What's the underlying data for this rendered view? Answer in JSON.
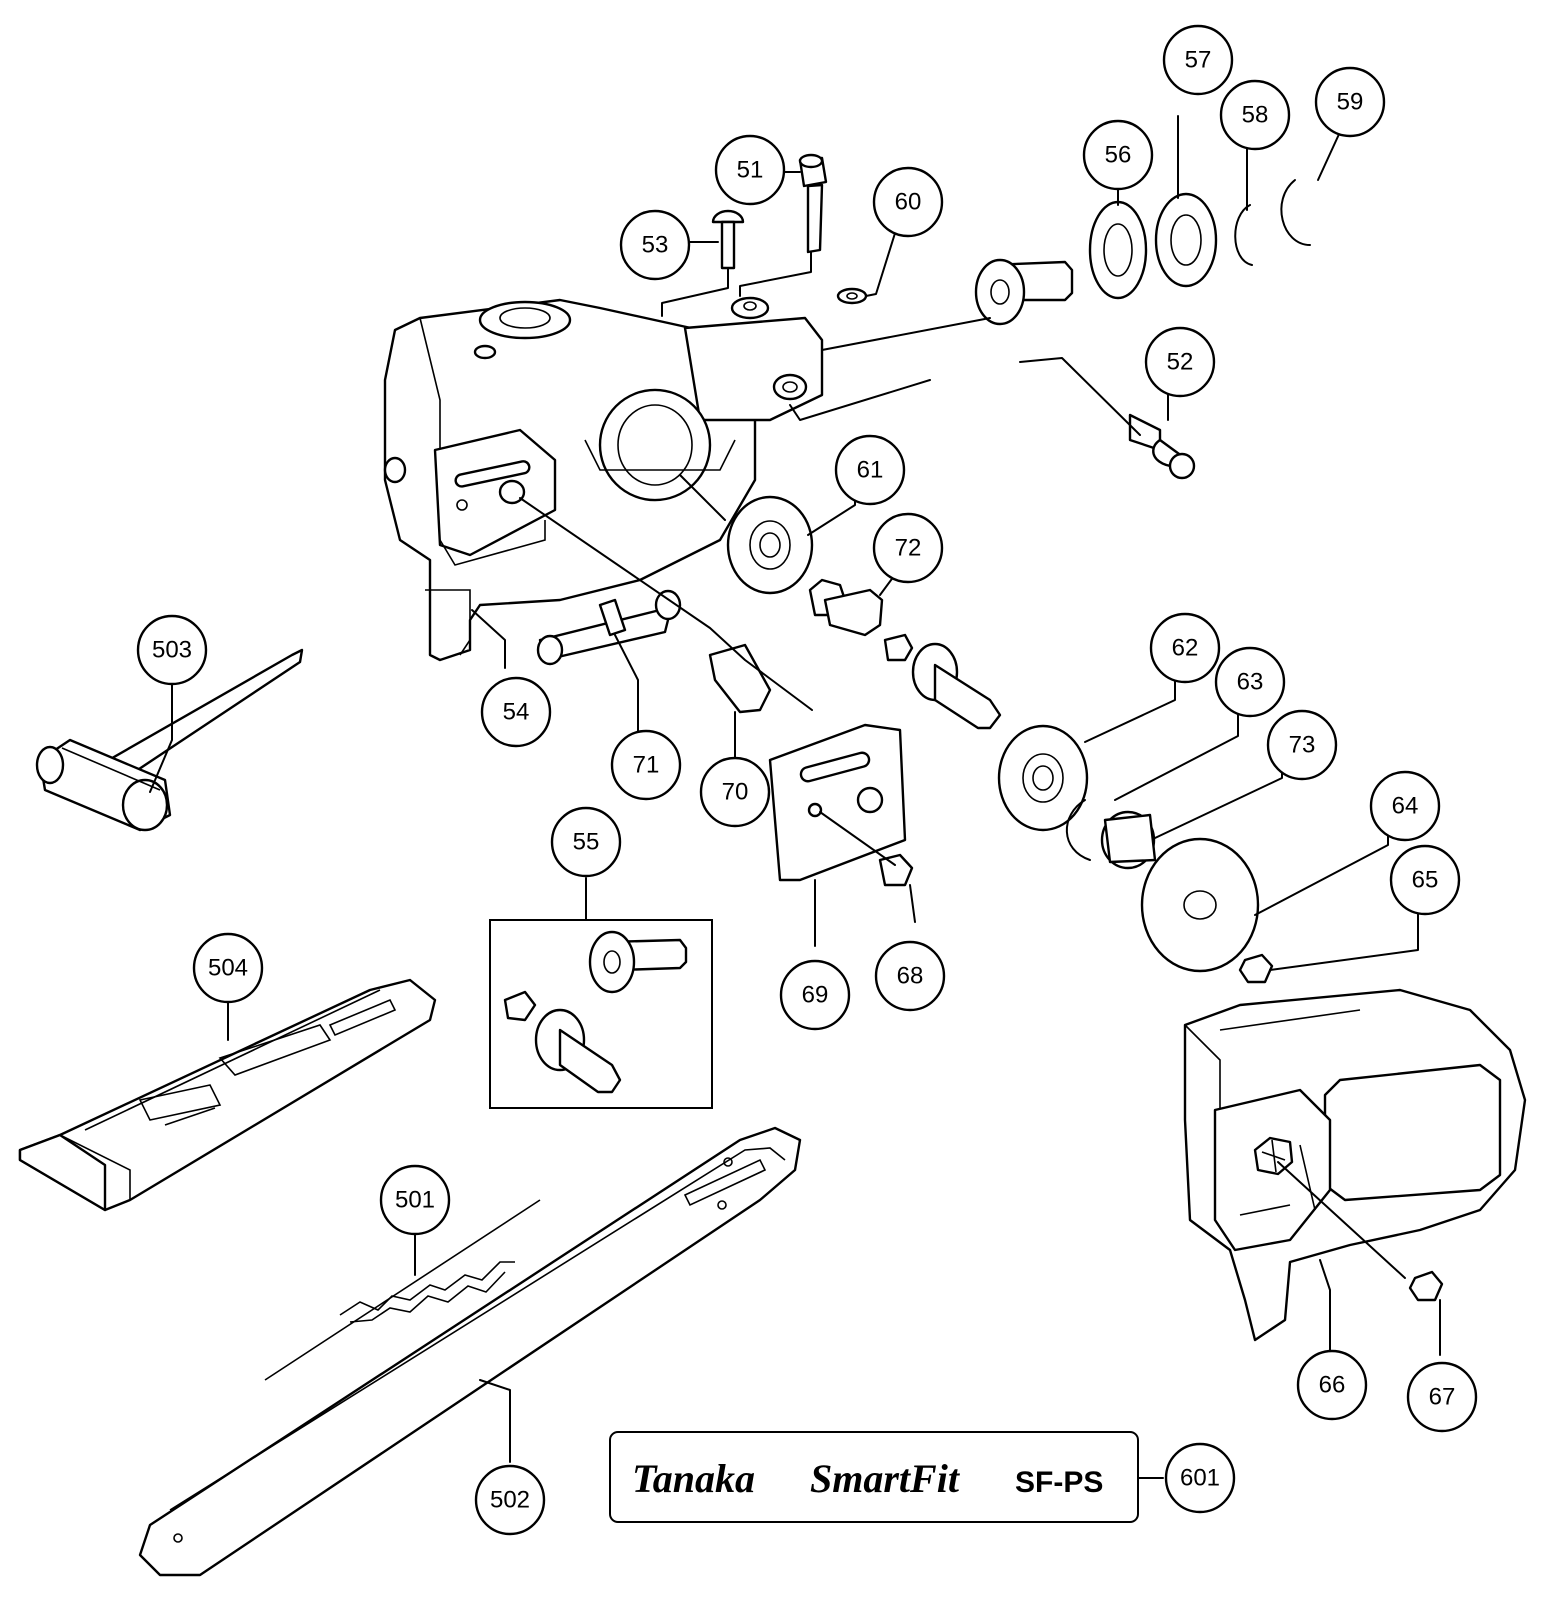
{
  "callouts": [
    {
      "id": "51",
      "label": "51"
    },
    {
      "id": "52",
      "label": "52"
    },
    {
      "id": "53",
      "label": "53"
    },
    {
      "id": "54",
      "label": "54"
    },
    {
      "id": "55",
      "label": "55"
    },
    {
      "id": "56",
      "label": "56"
    },
    {
      "id": "57",
      "label": "57"
    },
    {
      "id": "58",
      "label": "58"
    },
    {
      "id": "59",
      "label": "59"
    },
    {
      "id": "60",
      "label": "60"
    },
    {
      "id": "61",
      "label": "61"
    },
    {
      "id": "62",
      "label": "62"
    },
    {
      "id": "63",
      "label": "63"
    },
    {
      "id": "64",
      "label": "64"
    },
    {
      "id": "65",
      "label": "65"
    },
    {
      "id": "66",
      "label": "66"
    },
    {
      "id": "67",
      "label": "67"
    },
    {
      "id": "68",
      "label": "68"
    },
    {
      "id": "69",
      "label": "69"
    },
    {
      "id": "70",
      "label": "70"
    },
    {
      "id": "71",
      "label": "71"
    },
    {
      "id": "72",
      "label": "72"
    },
    {
      "id": "73",
      "label": "73"
    },
    {
      "id": "501",
      "label": "501"
    },
    {
      "id": "502",
      "label": "502"
    },
    {
      "id": "503",
      "label": "503"
    },
    {
      "id": "504",
      "label": "504"
    },
    {
      "id": "601",
      "label": "601"
    }
  ],
  "decal": {
    "brand": "Tanaka",
    "product": "SmartFit",
    "model": "SF-PS"
  }
}
